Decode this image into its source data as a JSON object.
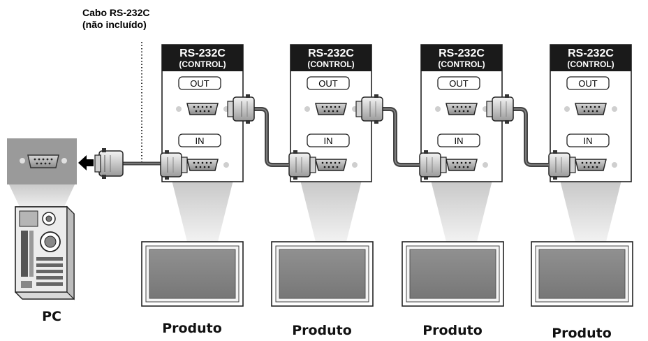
{
  "diagram": {
    "cable_note": {
      "line1": "Cabo RS-232C",
      "line2": "(não incluído)"
    },
    "pc_label": "PC",
    "panel_header": {
      "title": "RS-232C",
      "subtitle": "(CONTROL)"
    },
    "port_labels": {
      "out": "OUT",
      "in": "IN"
    },
    "products": [
      {
        "label": "Produto"
      },
      {
        "label": "Produto"
      },
      {
        "label": "Produto"
      },
      {
        "label": "Produto"
      }
    ]
  }
}
